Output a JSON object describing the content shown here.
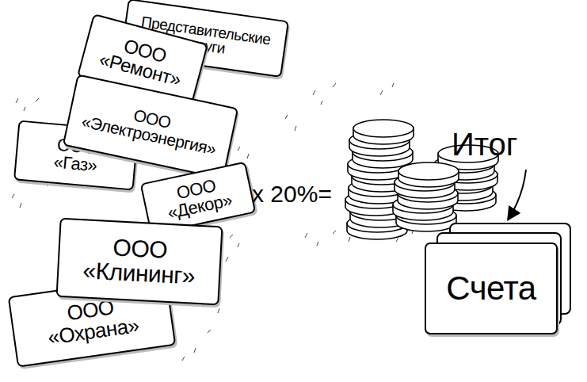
{
  "diagram": {
    "nodes": [
      {
        "text": [
          "Представительские услуги"
        ]
      },
      {
        "text": [
          "ООО «Ремонт»"
        ]
      },
      {
        "text": [
          "ООО «Электроэнергия»"
        ]
      },
      {
        "text": [
          "ООО «Газ»"
        ]
      },
      {
        "text": [
          "ООО «Декор»"
        ]
      },
      {
        "text": [
          "ООО «Клининг»"
        ]
      },
      {
        "text": [
          "ООО «Охрана»"
        ]
      },
      {
        "text": [
          "Счета"
        ]
      }
    ],
    "labels": [
      "x 20%=",
      "Итог"
    ]
  }
}
